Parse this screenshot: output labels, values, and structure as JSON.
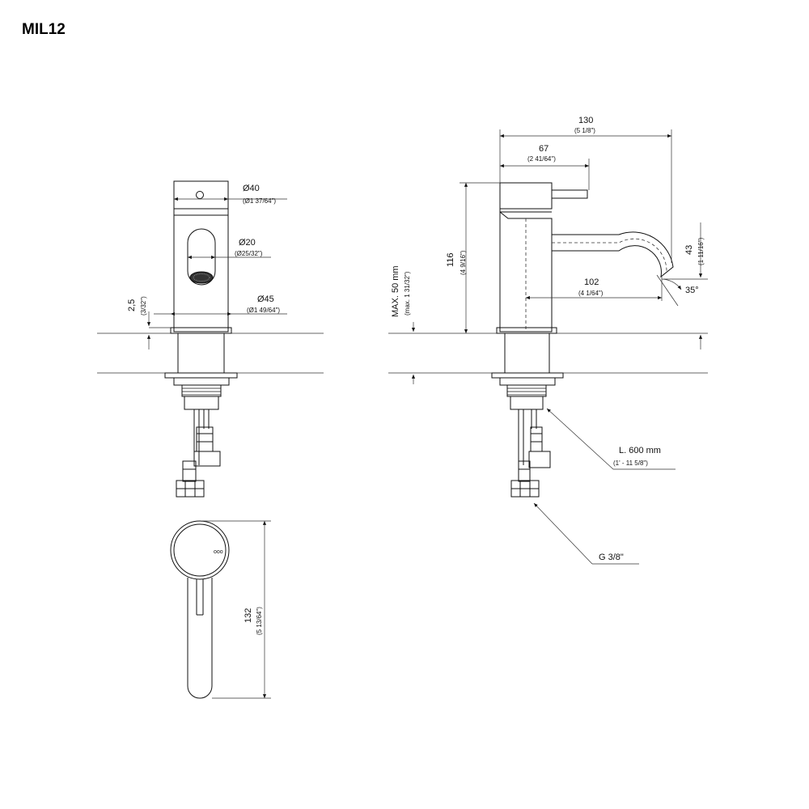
{
  "title": "MIL12",
  "dimensions": {
    "diam40": {
      "value": "Ø40",
      "imperial": "(Ø1 37/64\")"
    },
    "diam20": {
      "value": "Ø20",
      "imperial": "(Ø25/32\")"
    },
    "diam45": {
      "value": "Ø45",
      "imperial": "(Ø1 49/64\")"
    },
    "base_height": {
      "value": "2,5",
      "imperial": "(3/32\")"
    },
    "max_thickness": {
      "value": "MAX. 50 mm",
      "imperial": "(max. 1 31/32\")"
    },
    "height": {
      "value": "116",
      "imperial": "(4 9/16\")"
    },
    "total_length": {
      "value": "130",
      "imperial": "(5 1/8\")"
    },
    "lever_length": {
      "value": "67",
      "imperial": "(2 41/64\")"
    },
    "spout_reach": {
      "value": "102",
      "imperial": "(4 1/64\")"
    },
    "spout_height": {
      "value": "43",
      "imperial": "(1 11/16\")"
    },
    "spout_angle": {
      "value": "35°"
    },
    "hose_length": {
      "value": "L. 600 mm",
      "imperial": "(1' - 11 5/8\")"
    },
    "connection": {
      "value": "G 3/8\""
    },
    "top_length": {
      "value": "132",
      "imperial": "(5 13/64\")"
    }
  }
}
